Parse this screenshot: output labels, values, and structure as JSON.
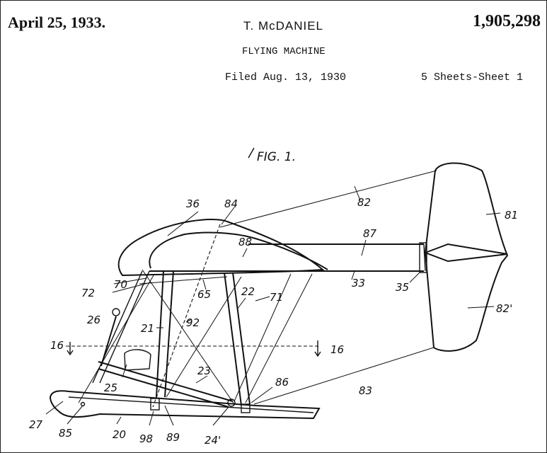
{
  "header": {
    "date": "April 25, 1933.",
    "inventor": "T. McDANIEL",
    "patent_number": "1,905,298",
    "title": "FLYING MACHINE",
    "filed": "Filed Aug. 13, 1930",
    "sheets": "5 Sheets-Sheet 1"
  },
  "figure": {
    "label": "FIG. 1.",
    "references": {
      "r36": "36",
      "r84": "84",
      "r82": "82",
      "r81": "81",
      "r87": "87",
      "r88": "88",
      "r33": "33",
      "r35": "35",
      "r82p": "82'",
      "r72": "72",
      "r70": "70",
      "r65": "65",
      "r22": "22",
      "r71": "71",
      "r26": "26",
      "r21": "21",
      "r92": "92",
      "r16a": "16",
      "r16b": "16",
      "r25": "25",
      "r23": "23",
      "r86": "86",
      "r83": "83",
      "r27": "27",
      "r85": "85",
      "r20": "20",
      "r98": "98",
      "r89": "89",
      "r24p": "24'"
    }
  }
}
